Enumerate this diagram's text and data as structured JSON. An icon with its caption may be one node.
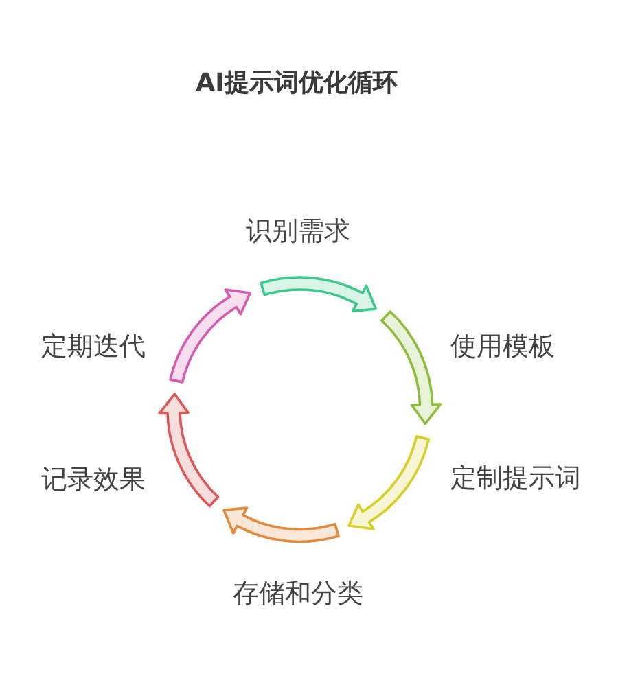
{
  "diagram": {
    "title": "AI提示词优化循环",
    "nodes": [
      {
        "text": [
          "识别需求"
        ]
      },
      {
        "text": [
          "使用模板"
        ]
      },
      {
        "text": [
          "定制提示词"
        ]
      },
      {
        "text": [
          "存储和分类"
        ]
      },
      {
        "text": [
          "记录效果"
        ]
      },
      {
        "text": [
          "定期迭代"
        ]
      }
    ],
    "edges": [
      {
        "from": 0,
        "to": 1,
        "arrow": "to",
        "color": "#3cc88b"
      },
      {
        "from": 1,
        "to": 2,
        "arrow": "to",
        "color": "#8ebd3c"
      },
      {
        "from": 2,
        "to": 3,
        "arrow": "to",
        "color": "#d8cf28"
      },
      {
        "from": 3,
        "to": 4,
        "arrow": "to",
        "color": "#e6883a"
      },
      {
        "from": 4,
        "to": 5,
        "arrow": "to",
        "color": "#de5757"
      },
      {
        "from": 5,
        "to": 0,
        "arrow": "to",
        "color": "#d65aae"
      }
    ]
  }
}
